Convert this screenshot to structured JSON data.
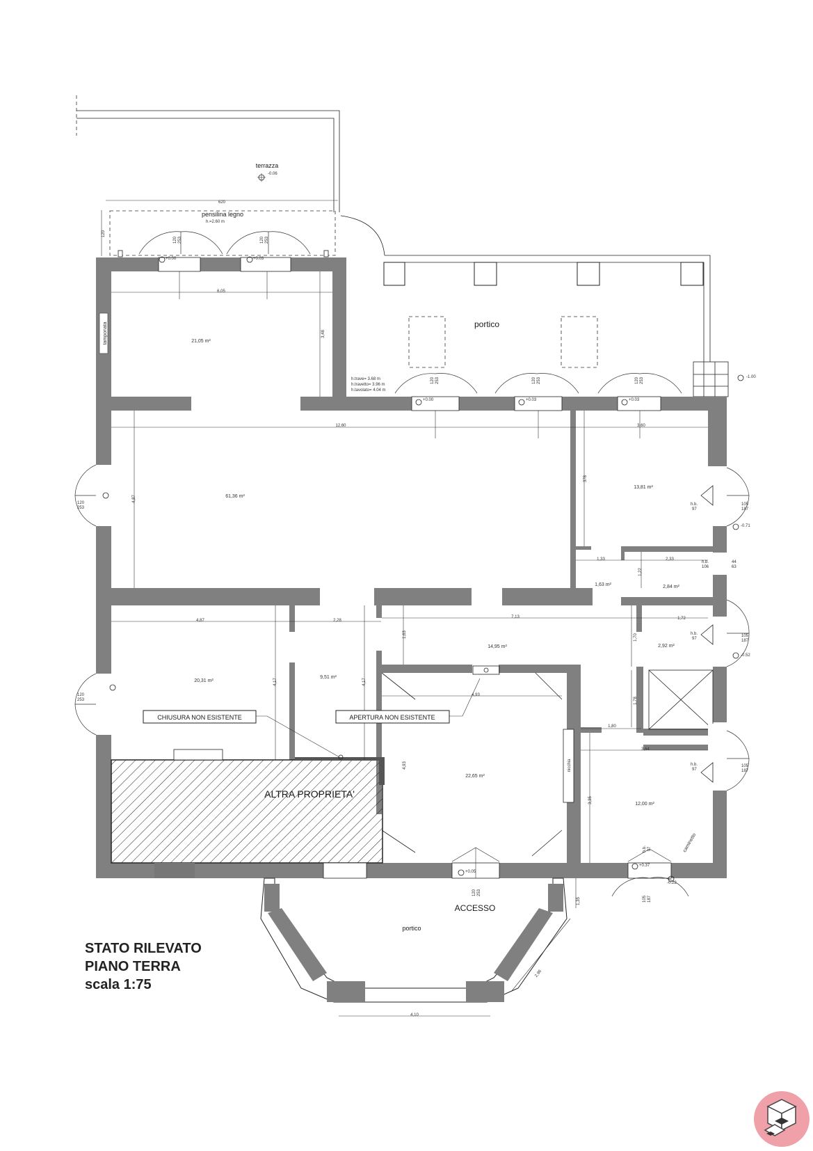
{
  "title_block": {
    "line1": "STATO RILEVATO",
    "line2": "PIANO TERRA",
    "line3": "scala 1:75"
  },
  "labels": {
    "terrazza": "terrazza",
    "terrazza_level": "-0.06",
    "pensilina": "pensilina legno",
    "pensilina_h": "h.=2.60 m",
    "portico_top": "portico",
    "portico_bottom": "portico",
    "accesso": "ACCESSO",
    "tamponata": "tamponata",
    "caminetto": "caminetto",
    "nicchia": "nicchia",
    "altra_proprieta": "ALTRA PROPRIETA'",
    "chiusura": "CHIUSURA NON ESISTENTE",
    "apertura": "APERTURA NON ESISTENTE",
    "h_trave": "h.trave= 3.68 m",
    "h_travetto": "h.travetto= 3.96 m",
    "h_tavolato": "h.tavolato= 4.04 m",
    "level_portico": "-1.00"
  },
  "rooms": {
    "r1": "21,05 m²",
    "r2": "61,36 m²",
    "r3": "13,81 m²",
    "r4": "1,63 m²",
    "r5": "2,84 m²",
    "r6": "14,95 m²",
    "r7": "2,92 m²",
    "r8": "20,31 m²",
    "r9": "9,51 m²",
    "r10": "22,65 m²",
    "r11": "12,00 m²"
  },
  "dimensions": {
    "d620": "620",
    "d120": "120",
    "d605": "6,05",
    "d348": "3,48",
    "d1260": "12,60",
    "d360": "3,60",
    "d378": "378",
    "d487v": "4,87",
    "d133": "1,33",
    "d233": "2,33",
    "d122": "1,22",
    "d487h": "4,87",
    "d228": "2,28",
    "d713": "7,13",
    "d172": "1,72",
    "d163": "1,63",
    "d170": "1,70",
    "d417a": "4,17",
    "d417b": "4,17",
    "d493h": "4,93",
    "d493v": "4,93",
    "d178": "1,78",
    "d180": "1,80",
    "d364": "3,64",
    "d335": "3,35",
    "d135": "1,35",
    "d296": "2,96",
    "d410": "4,10"
  },
  "openings": {
    "w120": "120",
    "w253": "253",
    "w105": "105",
    "w187": "187",
    "hb": "h.b.",
    "hb97": "97",
    "hb106": "106",
    "w44": "44",
    "w63": "63",
    "lv000": "+0.00",
    "lv003": "+0.03",
    "lv071": "-0.71",
    "lv052": "-0.52",
    "lv037": "+0.37",
    "lv022": "-0.22",
    "lv005": "+0.05"
  }
}
